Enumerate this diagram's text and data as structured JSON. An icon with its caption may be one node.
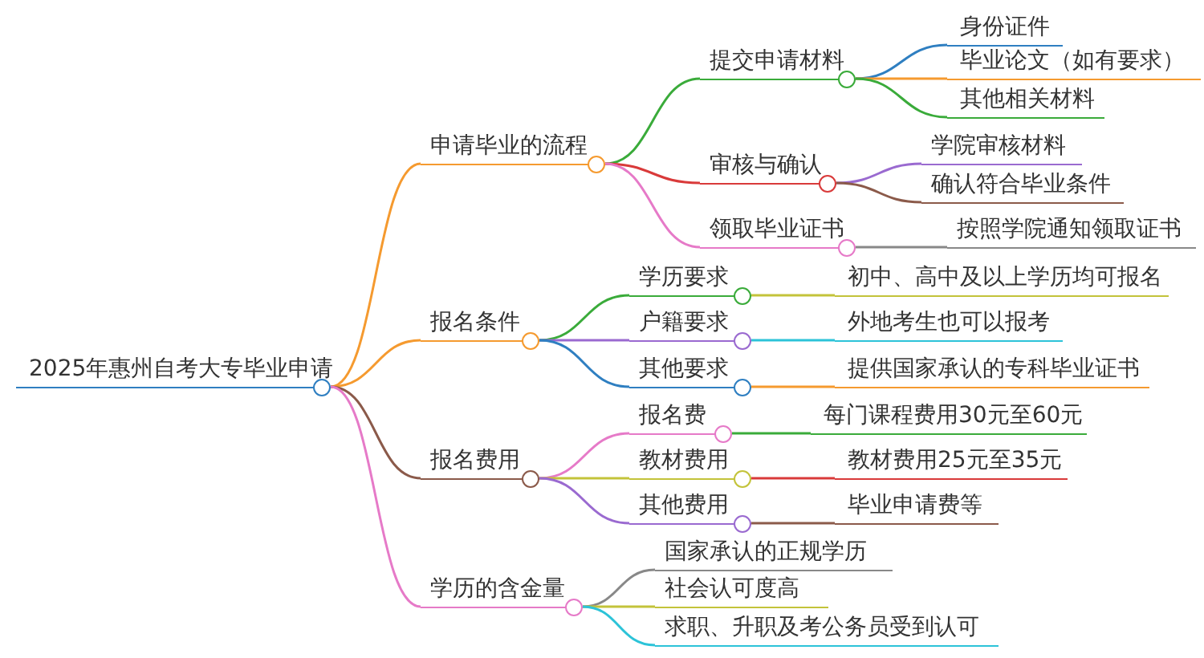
{
  "diagram": {
    "nodes": [
      {
        "text": [
          "2025年惠州自考大专毕业申请"
        ]
      },
      {
        "text": [
          "申请毕业的流程"
        ]
      },
      {
        "text": [
          "提交申请材料"
        ]
      },
      {
        "text": [
          "身份证件"
        ]
      },
      {
        "text": [
          "毕业论文（如有要求）"
        ]
      },
      {
        "text": [
          "其他相关材料"
        ]
      },
      {
        "text": [
          "审核与确认"
        ]
      },
      {
        "text": [
          "学院审核材料"
        ]
      },
      {
        "text": [
          "确认符合毕业条件"
        ]
      },
      {
        "text": [
          "领取毕业证书"
        ]
      },
      {
        "text": [
          "按照学院通知领取证书"
        ]
      },
      {
        "text": [
          "报名条件"
        ]
      },
      {
        "text": [
          "学历要求"
        ]
      },
      {
        "text": [
          "初中、高中及以上学历均可报名"
        ]
      },
      {
        "text": [
          "户籍要求"
        ]
      },
      {
        "text": [
          "外地考生也可以报考"
        ]
      },
      {
        "text": [
          "其他要求"
        ]
      },
      {
        "text": [
          "提供国家承认的专科毕业证书"
        ]
      },
      {
        "text": [
          "报名费用"
        ]
      },
      {
        "text": [
          "报名费"
        ]
      },
      {
        "text": [
          "每门课程费用30元至60元"
        ]
      },
      {
        "text": [
          "教材费用"
        ]
      },
      {
        "text": [
          "教材费用25元至35元"
        ]
      },
      {
        "text": [
          "其他费用"
        ]
      },
      {
        "text": [
          "毕业申请费等"
        ]
      },
      {
        "text": [
          "学历的含金量"
        ]
      },
      {
        "text": [
          "国家承认的正规学历"
        ]
      },
      {
        "text": [
          "社会认可度高"
        ]
      },
      {
        "text": [
          "求职、升职及考公务员受到认可"
        ]
      }
    ],
    "edges": [
      {
        "from": 0,
        "to": 1,
        "arrow": "none",
        "color": "#f59a2f"
      },
      {
        "from": 1,
        "to": 2,
        "arrow": "none",
        "color": "#3aab3a"
      },
      {
        "from": 2,
        "to": 3,
        "arrow": "none",
        "color": "#2f7fc1"
      },
      {
        "from": 2,
        "to": 4,
        "arrow": "none",
        "color": "#f59a2f"
      },
      {
        "from": 2,
        "to": 5,
        "arrow": "none",
        "color": "#3aab3a"
      },
      {
        "from": 1,
        "to": 6,
        "arrow": "none",
        "color": "#d93a3a"
      },
      {
        "from": 6,
        "to": 7,
        "arrow": "none",
        "color": "#9a6ad0"
      },
      {
        "from": 6,
        "to": 8,
        "arrow": "none",
        "color": "#8b5a4a"
      },
      {
        "from": 1,
        "to": 9,
        "arrow": "none",
        "color": "#e67ac8"
      },
      {
        "from": 9,
        "to": 10,
        "arrow": "none",
        "color": "#888888"
      },
      {
        "from": 0,
        "to": 11,
        "arrow": "none",
        "color": "#f59a2f"
      },
      {
        "from": 11,
        "to": 12,
        "arrow": "none",
        "color": "#3aab3a"
      },
      {
        "from": 12,
        "to": 13,
        "arrow": "none",
        "color": "#c3c33a"
      },
      {
        "from": 11,
        "to": 14,
        "arrow": "none",
        "color": "#9a6ad0"
      },
      {
        "from": 14,
        "to": 15,
        "arrow": "none",
        "color": "#2cc3d8"
      },
      {
        "from": 11,
        "to": 16,
        "arrow": "none",
        "color": "#2f7fc1"
      },
      {
        "from": 16,
        "to": 17,
        "arrow": "none",
        "color": "#f59a2f"
      },
      {
        "from": 0,
        "to": 18,
        "arrow": "none",
        "color": "#8b5a4a"
      },
      {
        "from": 18,
        "to": 19,
        "arrow": "none",
        "color": "#e67ac8"
      },
      {
        "from": 19,
        "to": 20,
        "arrow": "none",
        "color": "#3aab3a"
      },
      {
        "from": 18,
        "to": 21,
        "arrow": "none",
        "color": "#c3c33a"
      },
      {
        "from": 21,
        "to": 22,
        "arrow": "none",
        "color": "#d93a3a"
      },
      {
        "from": 18,
        "to": 23,
        "arrow": "none",
        "color": "#9a6ad0"
      },
      {
        "from": 23,
        "to": 24,
        "arrow": "none",
        "color": "#8b5a4a"
      },
      {
        "from": 0,
        "to": 25,
        "arrow": "none",
        "color": "#e67ac8"
      },
      {
        "from": 25,
        "to": 26,
        "arrow": "none",
        "color": "#888888"
      },
      {
        "from": 25,
        "to": 27,
        "arrow": "none",
        "color": "#c3c33a"
      },
      {
        "from": 25,
        "to": 28,
        "arrow": "none",
        "color": "#2cc3d8"
      }
    ]
  }
}
